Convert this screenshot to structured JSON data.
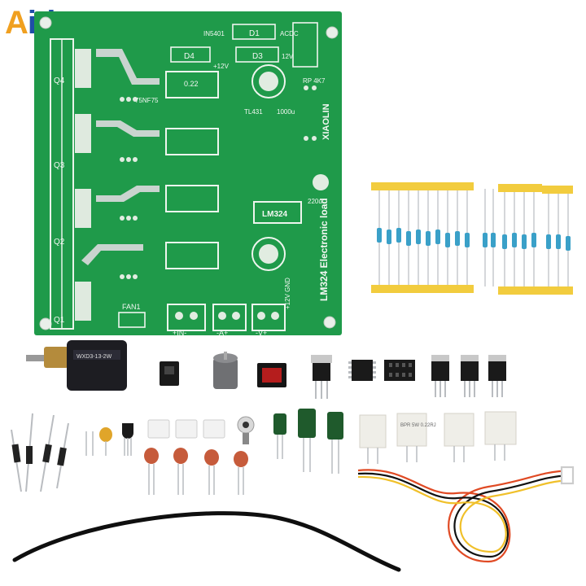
{
  "brand": {
    "first_letter": "A",
    "rest": "ideepen",
    "colors": {
      "first_letter": "#f0a020",
      "rest": "#1f4fa8"
    }
  },
  "pcb": {
    "color": "#1f9a4a",
    "board_title": "LM324 Electronic load",
    "maker": "XIAOLIN",
    "ic_label": "LM324",
    "terminals": [
      "+IN-",
      "-A+",
      "-V+"
    ],
    "power_label": "+12V GND",
    "fan_label": "FAN1",
    "labels": [
      "Q1",
      "Q2",
      "Q3",
      "Q4",
      "D1",
      "D3",
      "D4",
      "IN5401",
      "ACDC",
      "12V",
      "RP 4K7",
      "TL431",
      "1000u",
      "220u",
      "0.22",
      "75NF75",
      "+12V"
    ]
  },
  "potentiometer_label": "WXD3-13-2W",
  "resistor_label": "BPR 5W 0.22RJ",
  "resistor_strip_count": 3
}
